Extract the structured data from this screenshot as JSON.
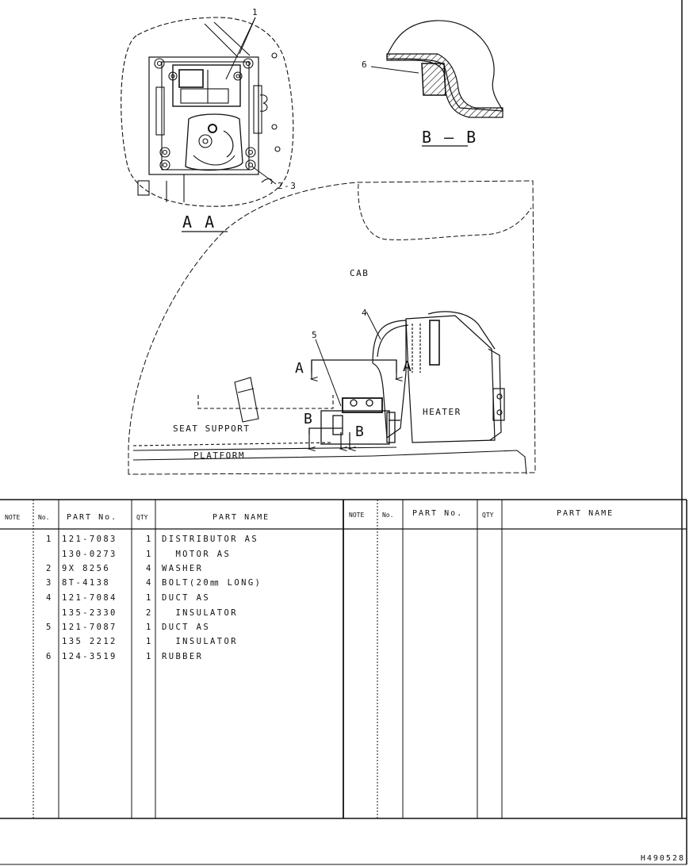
{
  "drawing": {
    "section_aa": "A  A",
    "section_bb": "B – B",
    "callouts": {
      "c1": "1",
      "c23": "2-3",
      "c4": "4",
      "c5": "5",
      "c6": "6"
    },
    "labels": {
      "cab": "CAB",
      "heater": "HEATER",
      "seat_support": "SEAT SUPPORT",
      "platform": "PLATFORM",
      "arrow_a": "A",
      "arrow_b": "B"
    }
  },
  "parts_table": {
    "headers": {
      "note": "NOTE",
      "no": "No.",
      "part_no": "PART No.",
      "qty": "QTY",
      "part_name": "PART NAME"
    },
    "rows": [
      {
        "no": "1",
        "part_no": "121-7083",
        "qty": "1",
        "name": "DISTRIBUTOR AS"
      },
      {
        "no": "",
        "part_no": "130-0273",
        "qty": "1",
        "name": "  MOTOR AS"
      },
      {
        "no": "2",
        "part_no": "9X 8256",
        "qty": "4",
        "name": "WASHER"
      },
      {
        "no": "3",
        "part_no": "8T-4138",
        "qty": "4",
        "name": "BOLT(20㎜ LONG)"
      },
      {
        "no": "4",
        "part_no": "121-7084",
        "qty": "1",
        "name": "DUCT AS"
      },
      {
        "no": "",
        "part_no": "135-2330",
        "qty": "2",
        "name": "  INSULATOR"
      },
      {
        "no": "5",
        "part_no": "121-7087",
        "qty": "1",
        "name": "DUCT AS"
      },
      {
        "no": "",
        "part_no": "135 2212",
        "qty": "1",
        "name": "  INSULATOR"
      },
      {
        "no": "6",
        "part_no": "124-3519",
        "qty": "1",
        "name": "RUBBER"
      }
    ]
  },
  "drawing_number": "H490528"
}
